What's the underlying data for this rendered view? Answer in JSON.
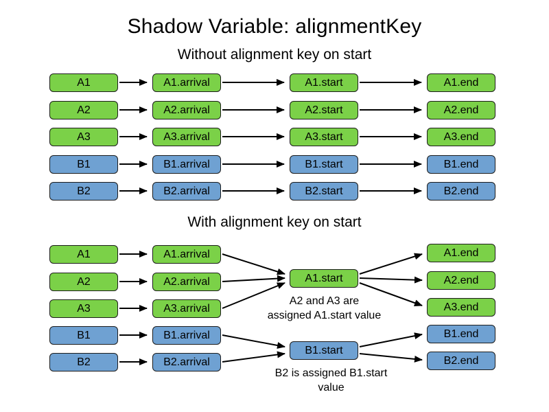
{
  "title": "Shadow Variable: alignmentKey",
  "colors": {
    "green_fill": "#7bd148",
    "blue_fill": "#6fa1d2",
    "border": "#1c1c1c",
    "arrow": "#000000",
    "background": "#ffffff"
  },
  "section1": {
    "heading": "Without alignment key on start",
    "rows": [
      {
        "entity": "A1",
        "arrival": "A1.arrival",
        "start": "A1.start",
        "end": "A1.end",
        "color": "green"
      },
      {
        "entity": "A2",
        "arrival": "A2.arrival",
        "start": "A2.start",
        "end": "A2.end",
        "color": "green"
      },
      {
        "entity": "A3",
        "arrival": "A3.arrival",
        "start": "A3.start",
        "end": "A3.end",
        "color": "green"
      },
      {
        "entity": "B1",
        "arrival": "B1.arrival",
        "start": "B1.start",
        "end": "B1.end",
        "color": "blue"
      },
      {
        "entity": "B2",
        "arrival": "B2.arrival",
        "start": "B2.start",
        "end": "B2.end",
        "color": "blue"
      }
    ]
  },
  "section2": {
    "heading": "With alignment key on start",
    "entities": [
      {
        "label": "A1",
        "color": "green"
      },
      {
        "label": "A2",
        "color": "green"
      },
      {
        "label": "A3",
        "color": "green"
      },
      {
        "label": "B1",
        "color": "blue"
      },
      {
        "label": "B2",
        "color": "blue"
      }
    ],
    "arrivals": [
      {
        "label": "A1.arrival",
        "color": "green"
      },
      {
        "label": "A2.arrival",
        "color": "green"
      },
      {
        "label": "A3.arrival",
        "color": "green"
      },
      {
        "label": "B1.arrival",
        "color": "blue"
      },
      {
        "label": "B2.arrival",
        "color": "blue"
      }
    ],
    "starts": [
      {
        "label": "A1.start",
        "color": "green"
      },
      {
        "label": "B1.start",
        "color": "blue"
      }
    ],
    "ends": [
      {
        "label": "A1.end",
        "color": "green"
      },
      {
        "label": "A2.end",
        "color": "green"
      },
      {
        "label": "A3.end",
        "color": "green"
      },
      {
        "label": "B1.end",
        "color": "blue"
      },
      {
        "label": "B2.end",
        "color": "blue"
      }
    ],
    "annotations": [
      {
        "line1": "A2 and A3 are",
        "line2": "assigned A1.start value"
      },
      {
        "line1": "B2 is assigned B1.start",
        "line2": "value"
      }
    ]
  }
}
